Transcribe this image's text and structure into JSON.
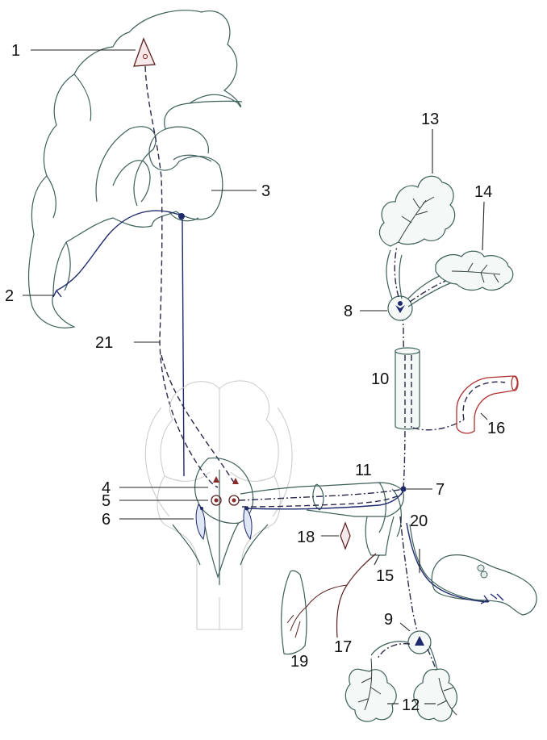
{
  "labels": [
    "1",
    "2",
    "3",
    "4",
    "5",
    "6",
    "7",
    "8",
    "9",
    "10",
    "11",
    "12",
    "13",
    "14",
    "15",
    "16",
    "17",
    "18",
    "19",
    "20",
    "21"
  ],
  "colors": {
    "outline": "#3c5f5a",
    "nerve": "#1f2a6e",
    "blood_vessel": "#b03030",
    "nucleus": "#8a2a2a"
  }
}
